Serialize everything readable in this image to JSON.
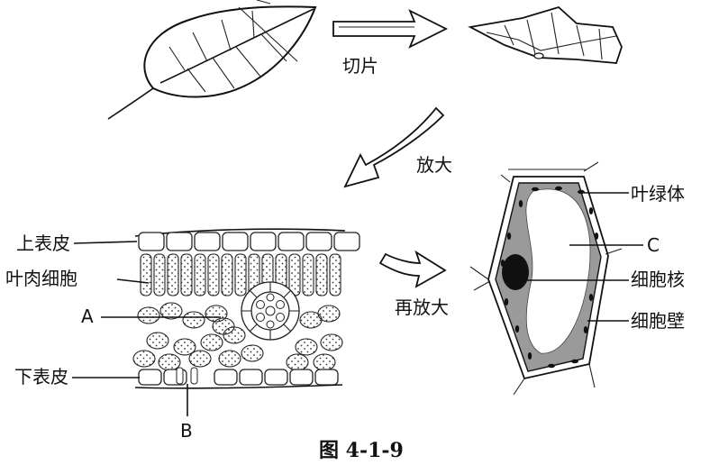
{
  "labels": {
    "slice": "切片",
    "magnify": "放大",
    "magnify_again": "再放大",
    "upper_epidermis": "上表皮",
    "mesophyll_cell": "叶肉细胞",
    "label_a": "A",
    "lower_epidermis": "下表皮",
    "label_b": "B",
    "chloroplast": "叶绿体",
    "label_c": "C",
    "nucleus": "细胞核",
    "cell_wall": "细胞壁"
  },
  "caption": "图 4-1-9"
}
